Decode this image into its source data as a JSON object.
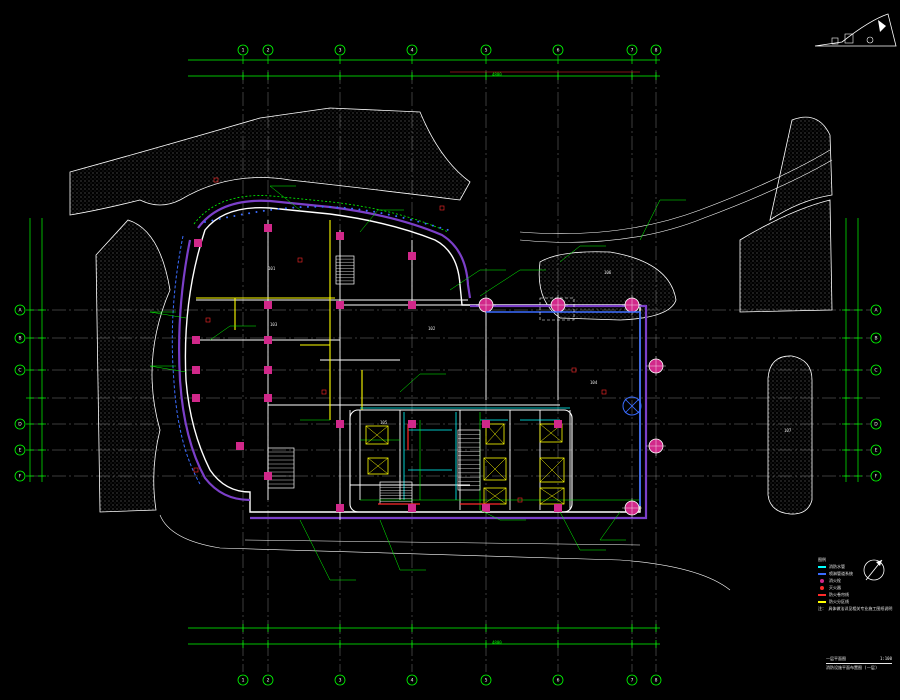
{
  "drawing": {
    "colors": {
      "background": "#000000",
      "grid_axis": "#ffffff",
      "dimension": "#00ff00",
      "wall": "#7b3fc8",
      "slab": "#ffffff",
      "column": "#d1288a",
      "yellow_line": "#ffff00",
      "cyan_line": "#00ffff",
      "blue_line": "#3a6cff",
      "red_line": "#ff2a2a",
      "hatch": "#9a9a9a"
    },
    "axes_top": [
      "1",
      "2",
      "3",
      "4",
      "5",
      "6",
      "7",
      "8"
    ],
    "axes_side": [
      "A",
      "B",
      "C",
      "D",
      "E",
      "F"
    ],
    "room_labels": [
      "101",
      "102",
      "103",
      "104",
      "105",
      "106",
      "107"
    ],
    "dimension_totals": [
      "4800",
      "4800"
    ],
    "north_arrow_icon": "north-arrow-icon",
    "keyplan_icon": "site-keyplan-icon"
  },
  "legend": {
    "title": "图例",
    "items": [
      {
        "label": "消防水管",
        "color": "#00ffff",
        "kind": "line"
      },
      {
        "label": "喷淋管道系统",
        "color": "#3a6cff",
        "kind": "line"
      },
      {
        "label": "消火栓",
        "color": "#d1288a",
        "kind": "dot"
      },
      {
        "label": "灭火器",
        "color": "#ff2a2a",
        "kind": "dot"
      },
      {
        "label": "防火卷帘线",
        "color": "#ff2a2a",
        "kind": "line"
      },
      {
        "label": "防火分区线",
        "color": "#ffff00",
        "kind": "line"
      }
    ],
    "note": "注：  具体做法详见相关专业施工图纸说明"
  },
  "title_block": {
    "name": "一层平面图",
    "scale": "1:100",
    "subtitle": "消防设施平面布置图 (一层)"
  }
}
